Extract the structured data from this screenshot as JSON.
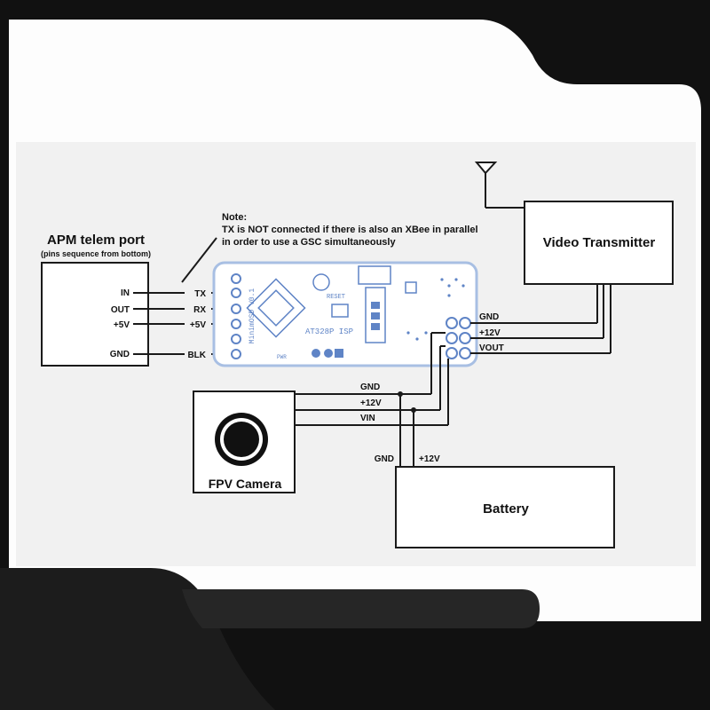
{
  "diagram": {
    "note": {
      "heading": "Note:",
      "line1": "TX is NOT connected if there is also an XBee in parallel",
      "line2": "in order to use a GSC simultaneously"
    },
    "apm": {
      "title": "APM telem port",
      "subtitle": "(pins sequence from bottom)",
      "pins": [
        "IN",
        "OUT",
        "+5V",
        "GND"
      ]
    },
    "osd_left_pins": [
      "TX",
      "RX",
      "+5V",
      "BLK"
    ],
    "board": {
      "silk_title": "MinimOSD V0.1",
      "chip_label": "AT328P ISP",
      "reset_label": "RESET",
      "pwr_label": "PWR"
    },
    "video_tx": {
      "title": "Video Transmitter",
      "pins": [
        "GND",
        "+12V",
        "VOUT"
      ]
    },
    "camera": {
      "title": "FPV Camera",
      "pins": [
        "GND",
        "+12V",
        "VIN"
      ]
    },
    "battery": {
      "title": "Battery",
      "pins": [
        "GND",
        "+12V"
      ]
    },
    "colors": {
      "page": "#111111",
      "frame": "#fdfdfd",
      "panel": "#f1f1f1",
      "board_outline": "#a8bfe3",
      "board_ink": "#5f84c6",
      "bottom_dark": "#1c1c1c",
      "bottom_bar": "#262626"
    }
  }
}
